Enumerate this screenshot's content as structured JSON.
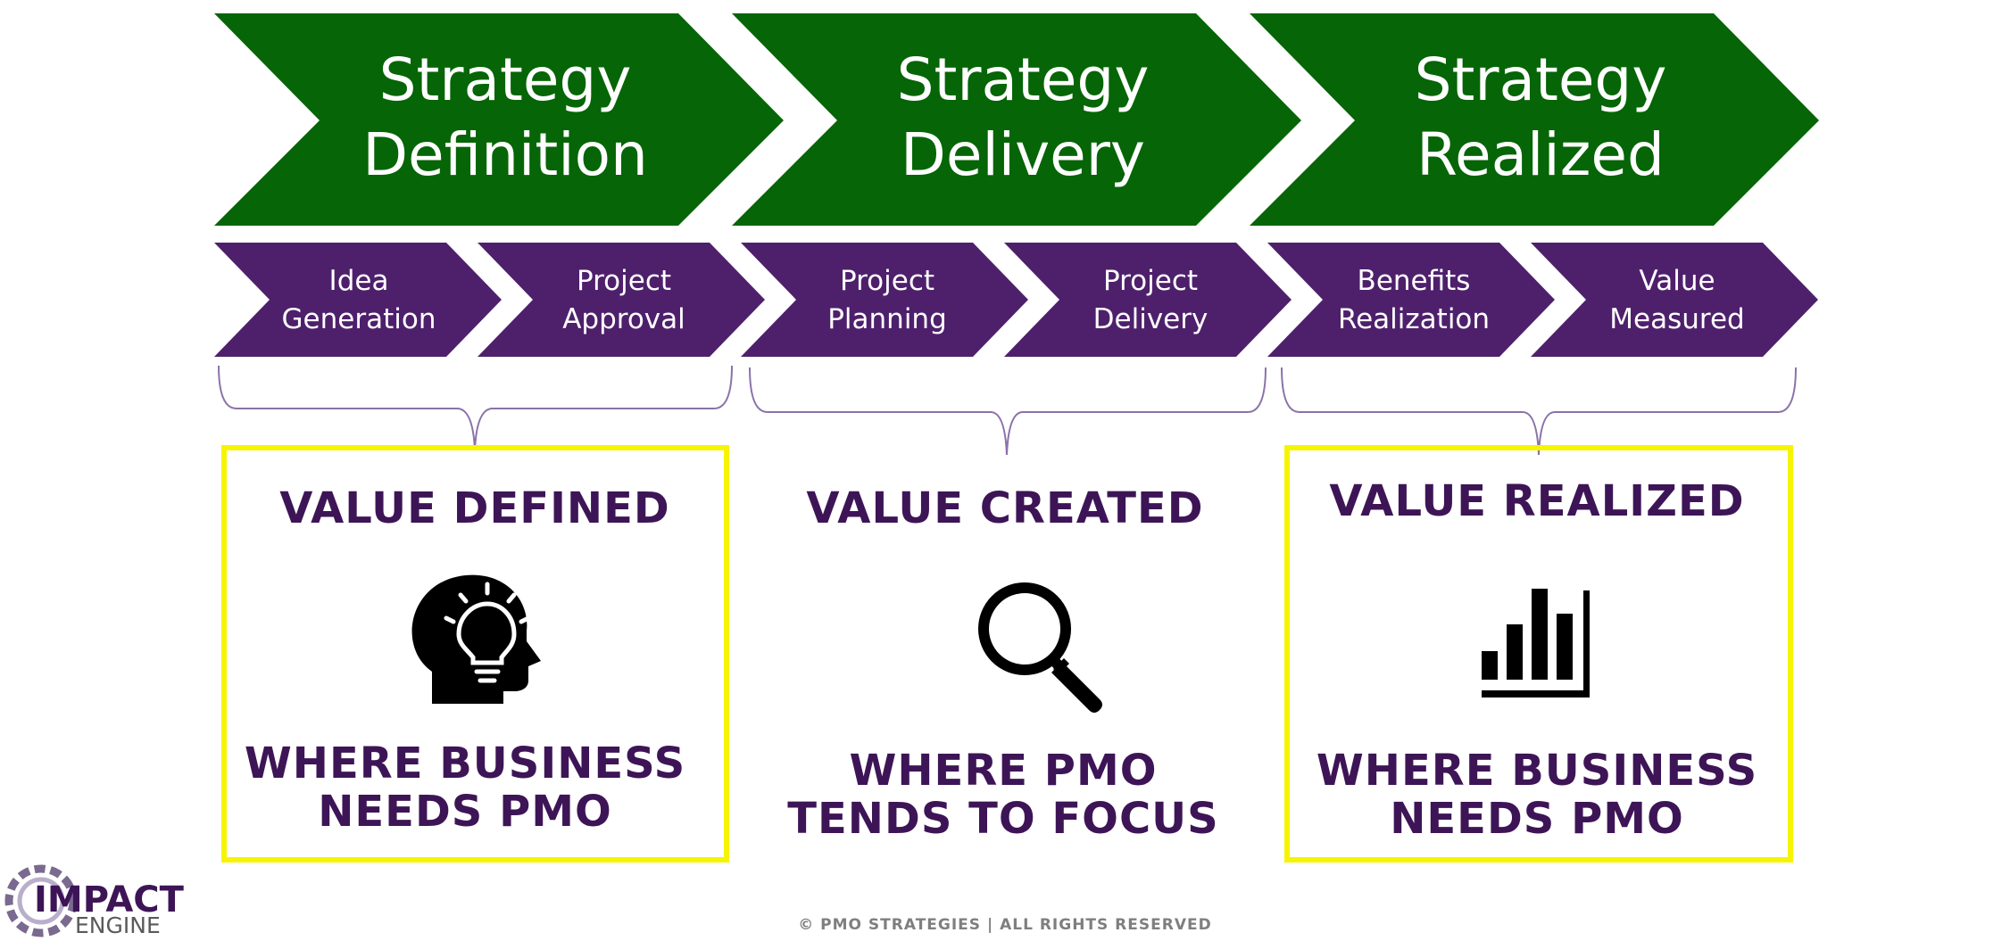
{
  "colors": {
    "phase_green": "#066506",
    "stage_purple": "#4e206c",
    "value_purple": "#3d1556",
    "highlight_yellow": "#f6f400",
    "bracket": "#8a72a8"
  },
  "phases": [
    {
      "line1": "Strategy",
      "line2": "Definition"
    },
    {
      "line1": "Strategy",
      "line2": "Delivery"
    },
    {
      "line1": "Strategy",
      "line2": "Realized"
    }
  ],
  "stages": [
    {
      "line1": "Idea",
      "line2": "Generation"
    },
    {
      "line1": "Project",
      "line2": "Approval"
    },
    {
      "line1": "Project",
      "line2": "Planning"
    },
    {
      "line1": "Project",
      "line2": "Delivery"
    },
    {
      "line1": "Benefits",
      "line2": "Realization"
    },
    {
      "line1": "Value",
      "line2": "Measured"
    }
  ],
  "values": [
    {
      "title": "VALUE DEFINED",
      "caption_line1": "WHERE BUSINESS",
      "caption_line2": "NEEDS PMO",
      "icon": "head-lightbulb-icon",
      "highlighted": true
    },
    {
      "title": "VALUE CREATED",
      "caption_line1": "WHERE PMO",
      "caption_line2": "TENDS TO FOCUS",
      "icon": "magnifier-icon",
      "highlighted": false
    },
    {
      "title": "VALUE REALIZED",
      "caption_line1": "WHERE BUSINESS",
      "caption_line2": "NEEDS PMO",
      "icon": "bar-chart-icon",
      "highlighted": true
    }
  ],
  "footer": {
    "copyright": "© PMO STRATEGIES | ALL RIGHTS RESERVED"
  },
  "logo": {
    "main": "IMPACT",
    "sub": "ENGINE"
  }
}
